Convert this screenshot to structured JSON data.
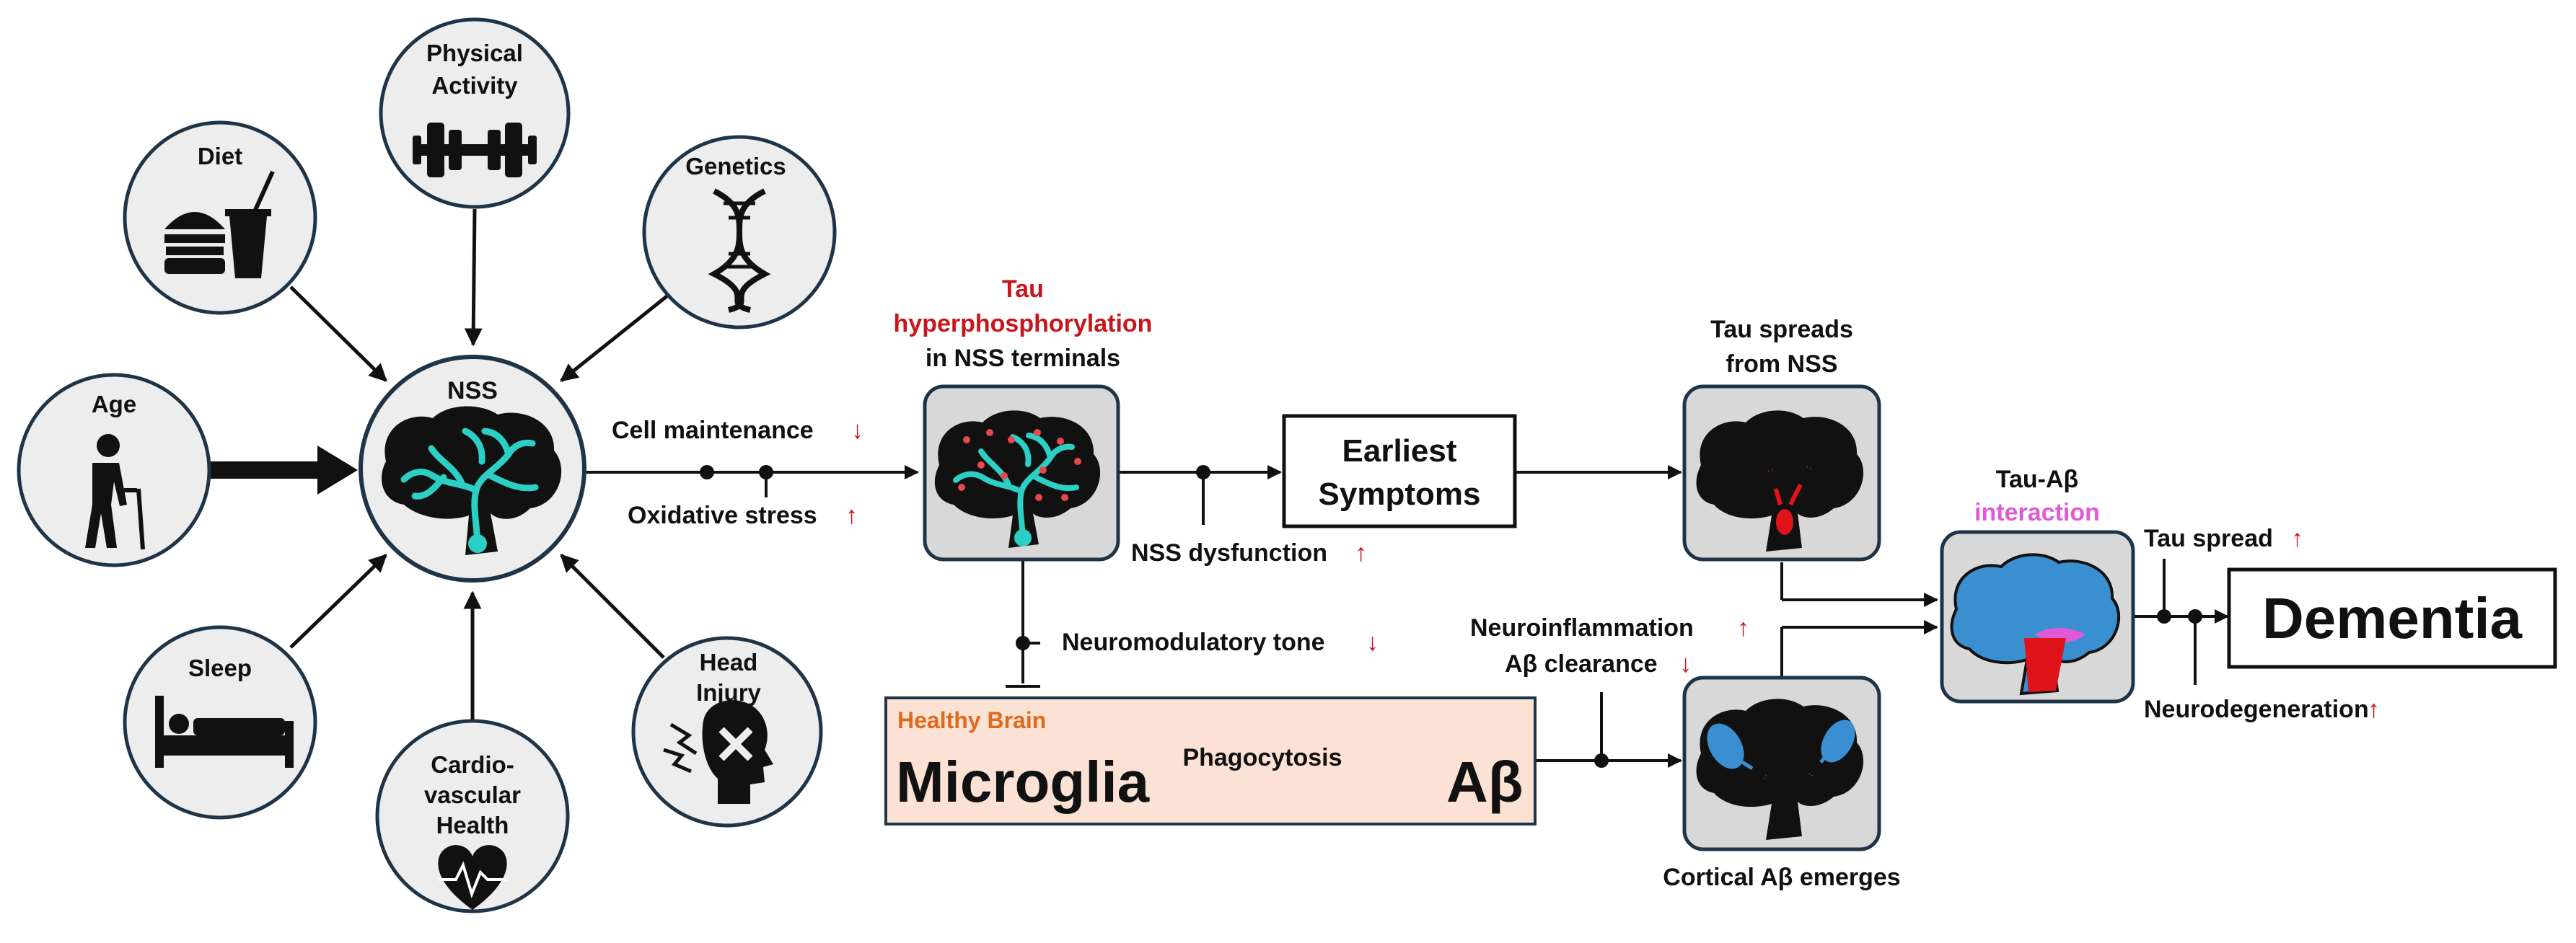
{
  "factors": {
    "physical_activity": [
      "Physical",
      "Activity"
    ],
    "diet": "Diet",
    "genetics": "Genetics",
    "age": "Age",
    "sleep": "Sleep",
    "cardiovascular_health": [
      "Cardio-",
      "vascular",
      "Health"
    ],
    "head_injury": [
      "Head",
      "Injury"
    ]
  },
  "nss": {
    "label": "NSS"
  },
  "pathway": {
    "cell_maintenance": "Cell maintenance",
    "oxidative_stress": "Oxidative stress",
    "tau_title_red": [
      "Tau",
      "hyperphosphorylation"
    ],
    "tau_title_black": "in NSS terminals",
    "earliest_symptoms": [
      "Earliest",
      "Symptoms"
    ],
    "nss_dysfunction": "NSS dysfunction",
    "neuromodulatory_tone": "Neuromodulatory tone",
    "tau_spreads": [
      "Tau spreads",
      "from NSS"
    ],
    "neuroinflammation": "Neuroinflammation",
    "abeta_clearance": "Aβ clearance",
    "cortical_abeta": "Cortical Aβ emerges",
    "tau_abeta_title": "Tau-Aβ",
    "interaction": "interaction",
    "tau_spread": "Tau spread",
    "neurodegeneration": "Neurodegeneration",
    "dementia": "Dementia"
  },
  "healthy_brain": {
    "header": "Healthy Brain",
    "microglia": "Microglia",
    "phagocytosis": "Phagocytosis",
    "abeta": "Aβ"
  },
  "arrows": {
    "up": "↑",
    "down": "↓"
  },
  "colors": {
    "circle_fill": "#ededed",
    "circle_stroke": "#1f3446",
    "brain_teal": "#2ccfc4",
    "abeta_blue": "#3a8fd0",
    "red_label": "#c8161d",
    "interaction_pink": "#e05ad8",
    "healthy_fill": "#fbe2d4",
    "healthy_header": "#e06a1c"
  },
  "icons": [
    "dumbbell-icon",
    "burger-drink-icon",
    "dna-icon",
    "elderly-person-icon",
    "bed-icon",
    "heart-pulse-icon",
    "head-injury-icon",
    "brain-icon"
  ]
}
